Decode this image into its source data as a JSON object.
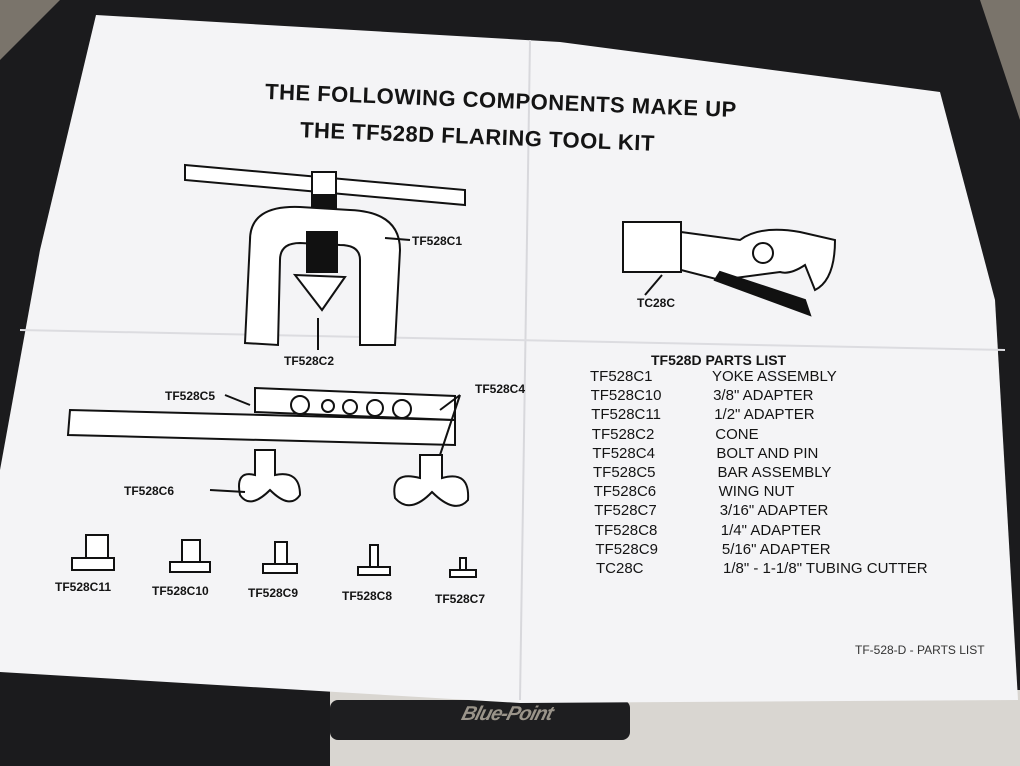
{
  "document": {
    "title_line1": "THE FOLLOWING COMPONENTS MAKE UP",
    "title_line2": "THE TF528D FLARING TOOL KIT",
    "diagram_labels": {
      "yoke": "TF528C1",
      "cone": "TF528C2",
      "bar": "TF528C5",
      "bolt": "TF528C4",
      "wing_nut": "TF528C6",
      "cutter": "TC28C",
      "adapters": [
        "TF528C11",
        "TF528C10",
        "TF528C9",
        "TF528C8",
        "TF528C7"
      ]
    },
    "parts_list": {
      "heading": "TF528D PARTS LIST",
      "rows": [
        {
          "code": "TF528C1",
          "description": "YOKE ASSEMBLY"
        },
        {
          "code": "TF528C10",
          "description": "3/8\" ADAPTER"
        },
        {
          "code": "TF528C11",
          "description": "1/2\" ADAPTER"
        },
        {
          "code": "TF528C2",
          "description": "CONE"
        },
        {
          "code": "TF528C4",
          "description": "BOLT AND PIN"
        },
        {
          "code": "TF528C5",
          "description": "BAR ASSEMBLY"
        },
        {
          "code": "TF528C6",
          "description": "WING NUT"
        },
        {
          "code": "TF528C7",
          "description": "3/16\" ADAPTER"
        },
        {
          "code": "TF528C8",
          "description": "1/4\" ADAPTER"
        },
        {
          "code": "TF528C9",
          "description": "5/16\" ADAPTER"
        },
        {
          "code": "TC28C",
          "description": "1/8\" - 1-1/8\" TUBING CUTTER"
        }
      ]
    },
    "footer": "TF-528-D  -  PARTS LIST"
  },
  "case": {
    "brand": "Blue-Point"
  }
}
